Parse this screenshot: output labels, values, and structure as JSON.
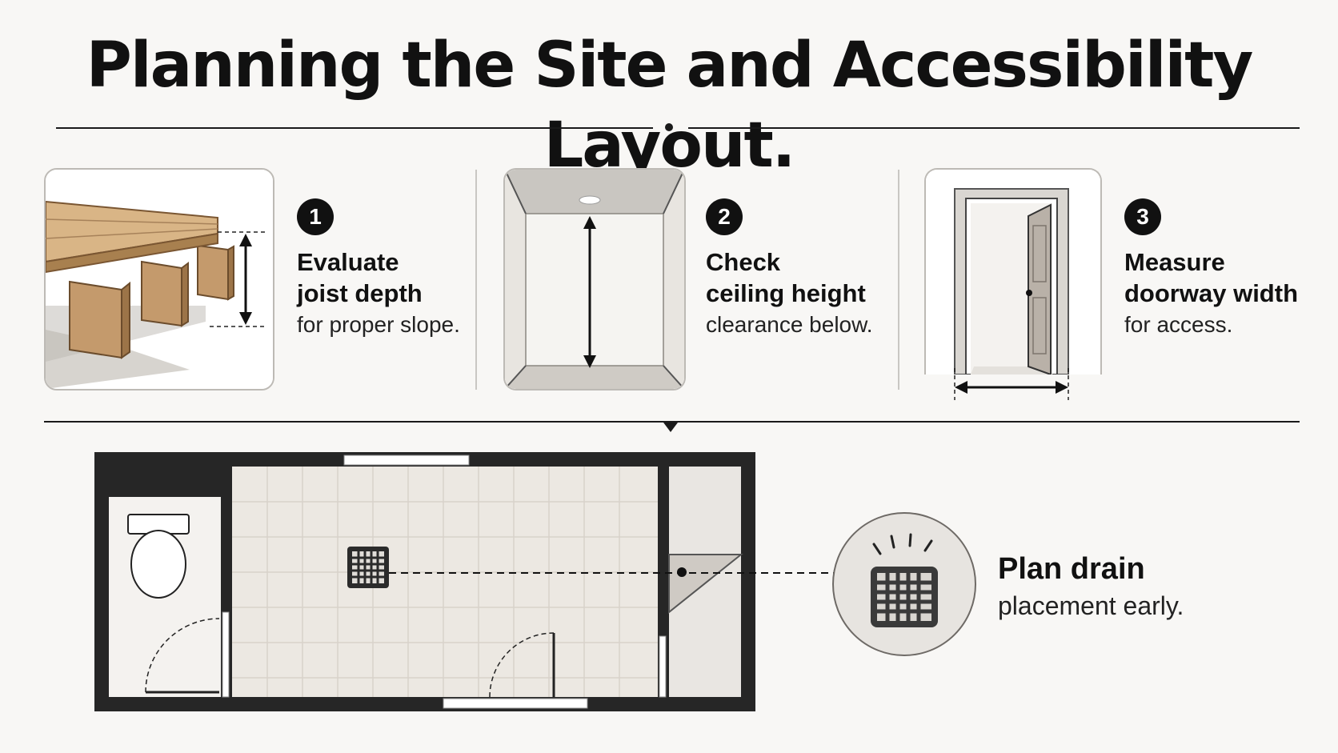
{
  "title": "Planning the Site and Accessibility Layout.",
  "steps": [
    {
      "number": "1",
      "heading": "Evaluate\njoist depth",
      "detail": "for proper slope."
    },
    {
      "number": "2",
      "heading": "Check\nceiling height",
      "detail": "clearance below."
    },
    {
      "number": "3",
      "heading": "Measure\ndoorway width",
      "detail": "for access."
    }
  ],
  "drain": {
    "heading": "Plan drain",
    "detail": "placement early."
  },
  "icons": [
    "joist-illustration",
    "ceiling-height-illustration",
    "doorway-illustration",
    "floor-plan",
    "drain-icon"
  ],
  "colors": {
    "ink": "#111111",
    "wood": "#c8a57a",
    "tile": "#ece8e2",
    "wall": "#2a2a2a",
    "background": "#f8f7f5"
  }
}
